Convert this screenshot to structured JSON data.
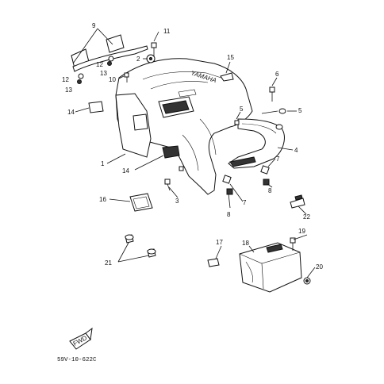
{
  "diagram": {
    "callouts": {
      "c1": "1",
      "c2": "2",
      "c3": "3",
      "c4": "4",
      "c5a": "5",
      "c5b": "5",
      "c6": "6",
      "c7a": "7",
      "c7b": "7",
      "c8a": "8",
      "c8b": "8",
      "c9": "9",
      "c10": "10",
      "c11": "11",
      "c12a": "12",
      "c12b": "12",
      "c13a": "13",
      "c13b": "13",
      "c14a": "14",
      "c14b": "14",
      "c15": "15",
      "c16": "16",
      "c17": "17",
      "c18": "18",
      "c19": "19",
      "c20": "20",
      "c21": "21",
      "c22": "22"
    },
    "drawing_code": "59V-10-622C",
    "fwd_label": "FWD",
    "fender_text": "YAMAHA"
  }
}
